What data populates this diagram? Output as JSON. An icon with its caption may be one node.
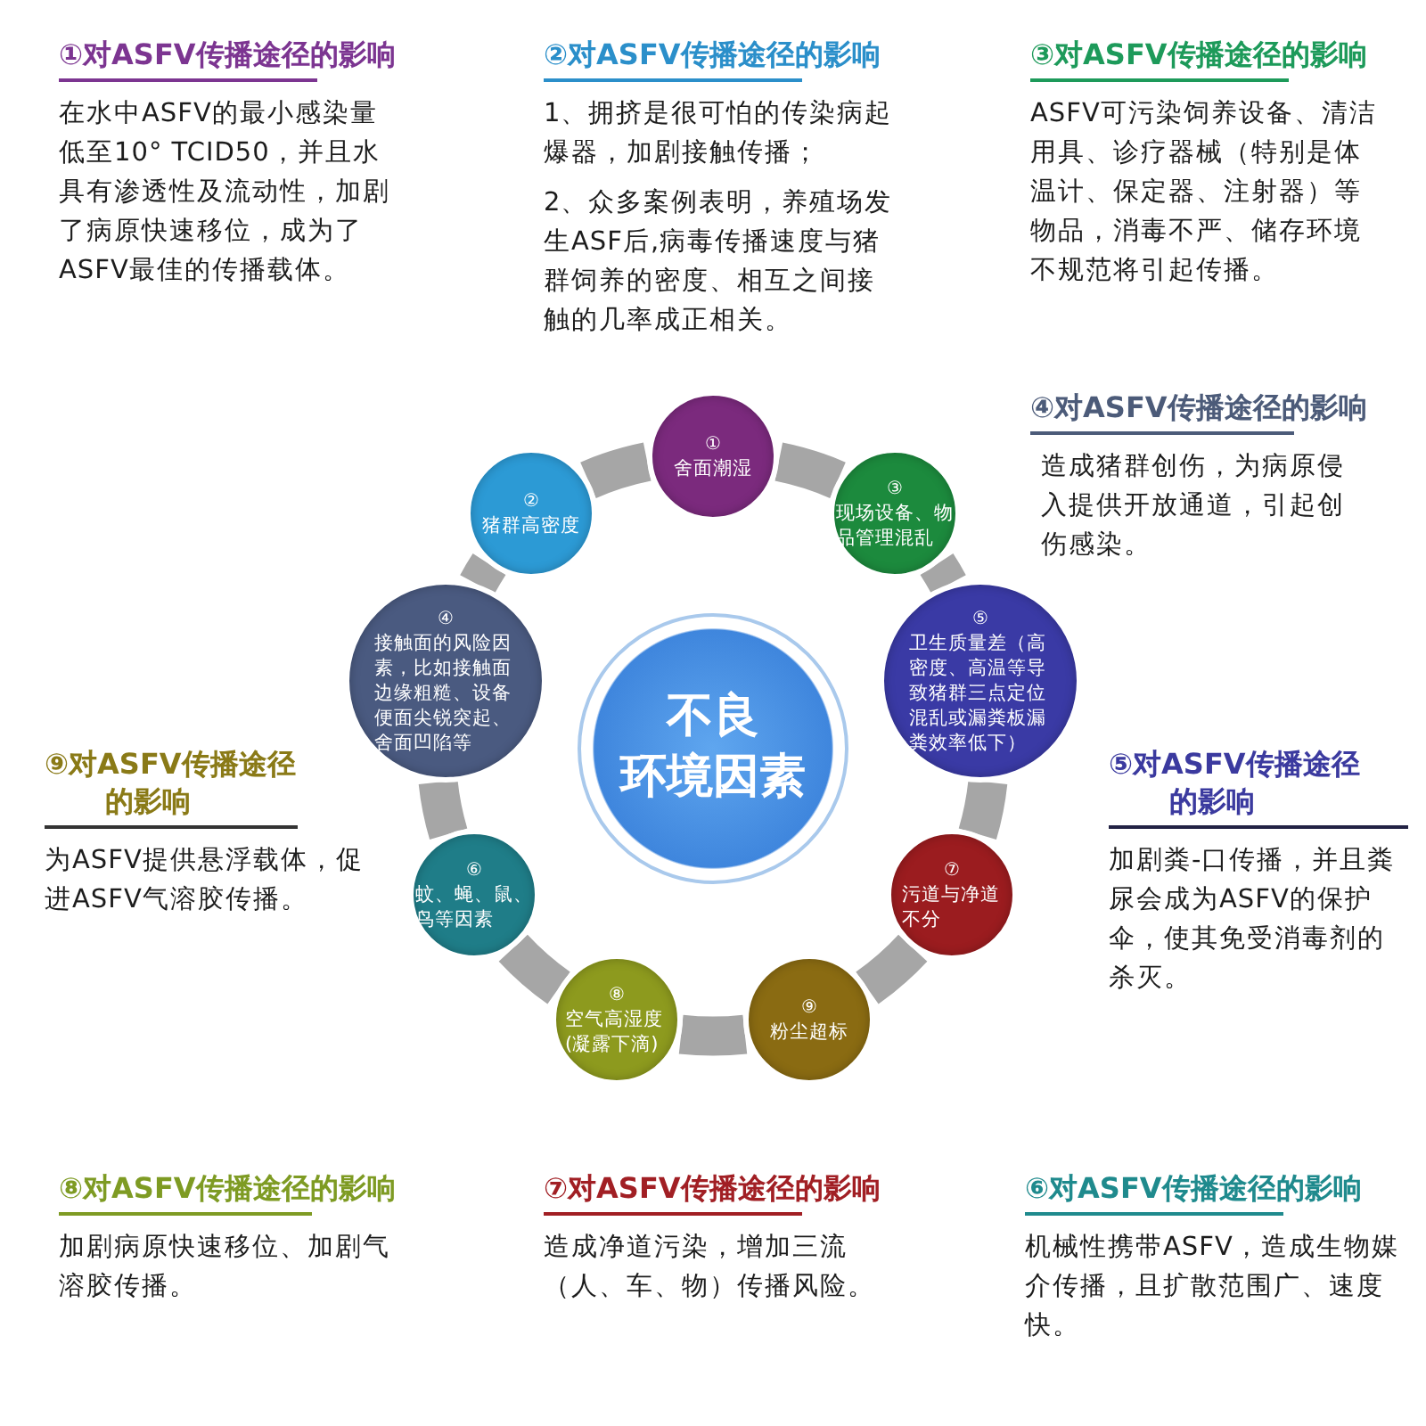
{
  "diagram": {
    "nodes": [
      {
        "text": [
          "①",
          "舍面潮湿"
        ]
      },
      {
        "text": [
          "②",
          "猪群高密度"
        ]
      },
      {
        "text": [
          "③",
          "现场设备、物品管理混乱"
        ]
      },
      {
        "text": [
          "④",
          "接触面的风险因素，比如接触面边缘粗糙、设备便面尖锐突起、舍面凹陷等"
        ]
      },
      {
        "text": [
          "不良环境因素"
        ]
      },
      {
        "text": [
          "⑤",
          "卫生质量差（高密度、高温等导致猪群三点定位混乱或漏粪板漏粪效率低下）"
        ]
      },
      {
        "text": [
          "⑥",
          "蚊、蝇、鼠、鸟等因素"
        ]
      },
      {
        "text": [
          "⑦",
          "污道与净道不分"
        ]
      },
      {
        "text": [
          "⑧",
          "空气高湿度(凝露下滴)"
        ]
      },
      {
        "text": [
          "⑨",
          "粉尘超标"
        ]
      }
    ],
    "edges": [
      {
        "from": 0,
        "to": 2,
        "arrow": "none"
      },
      {
        "from": 2,
        "to": 5,
        "arrow": "none"
      },
      {
        "from": 5,
        "to": 7,
        "arrow": "none"
      },
      {
        "from": 7,
        "to": 9,
        "arrow": "none"
      },
      {
        "from": 9,
        "to": 8,
        "arrow": "none"
      },
      {
        "from": 8,
        "to": 6,
        "arrow": "none"
      },
      {
        "from": 6,
        "to": 3,
        "arrow": "none"
      },
      {
        "from": 3,
        "to": 1,
        "arrow": "none"
      },
      {
        "from": 1,
        "to": 0,
        "arrow": "none"
      }
    ],
    "labels": [
      "①对ASFV传播途径的影响",
      "在水中ASFV的最小感染量低至10° TCID50，并且水具有渗透性及流动性，加剧了病原快速移位，成为了ASFV最佳的传播载体。",
      "②对ASFV传播途径的影响",
      "1、拥挤是很可怕的传染病起爆器，加剧接触传播；",
      "2、众多案例表明，养殖场发生ASF后,病毒传播速度与猪群饲养的密度、相互之间接触的几率成正相关。",
      "③对ASFV传播途径的影响",
      "ASFV可污染饲养设备、清洁用具、诊疗器械（特别是体温计、保定器、注射器）等物品，消毒不严、储存环境不规范将引起传播。",
      "④对ASFV传播途径的影响",
      "造成猪群创伤，为病原侵入提供开放通道，引起创伤感染。",
      "⑨对ASFV传播途径的影响",
      "为ASFV提供悬浮载体，促进ASFV气溶胶传播。",
      "⑤对ASFV传播途径的影响",
      "加剧粪-口传播，并且粪尿会成为ASFV的保护伞，使其免受消毒剂的杀灭。",
      "⑧对ASFV传播途径的影响",
      "加剧病原快速移位、加剧气溶胶传播。",
      "⑦对ASFV传播途径的影响",
      "造成净道污染，增加三流（人、车、物）传播风险。",
      "⑥对ASFV传播途径的影响",
      "机械性携带ASFV，造成生物媒介传播，且扩散范围广、速度快。"
    ]
  }
}
